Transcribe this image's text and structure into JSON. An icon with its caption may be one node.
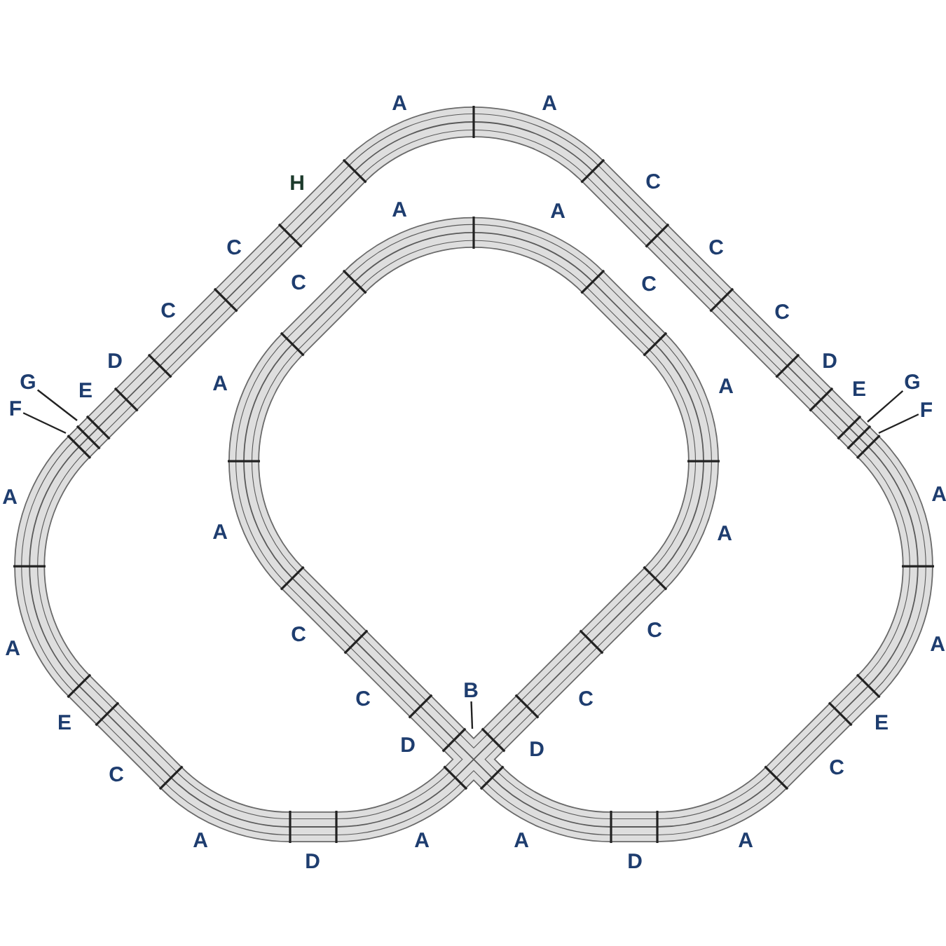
{
  "diagram": {
    "nodes": [
      {
        "text": [
          "G"
        ]
      },
      {
        "text": [
          "G"
        ]
      },
      {
        "text": [
          "F"
        ]
      },
      {
        "text": [
          "F"
        ]
      },
      {
        "text": [
          "B"
        ]
      }
    ],
    "edges": [
      {
        "from": 0,
        "to": null,
        "arrow": "none"
      },
      {
        "from": 1,
        "to": null,
        "arrow": "none"
      },
      {
        "from": 2,
        "to": null,
        "arrow": "none"
      },
      {
        "from": 3,
        "to": null,
        "arrow": "none"
      },
      {
        "from": 4,
        "to": null,
        "arrow": "none"
      }
    ],
    "labels": [
      "A",
      "A",
      "H",
      "C",
      "A",
      "A",
      "C",
      "C",
      "C",
      "C",
      "C",
      "C",
      "D",
      "D",
      "E",
      "A",
      "A",
      "E",
      "A",
      "A",
      "A",
      "A",
      "A",
      "C",
      "C",
      "A",
      "C",
      "C",
      "E",
      "E",
      "D",
      "D",
      "C",
      "C",
      "A",
      "A",
      "A",
      "A",
      "D",
      "D"
    ]
  }
}
